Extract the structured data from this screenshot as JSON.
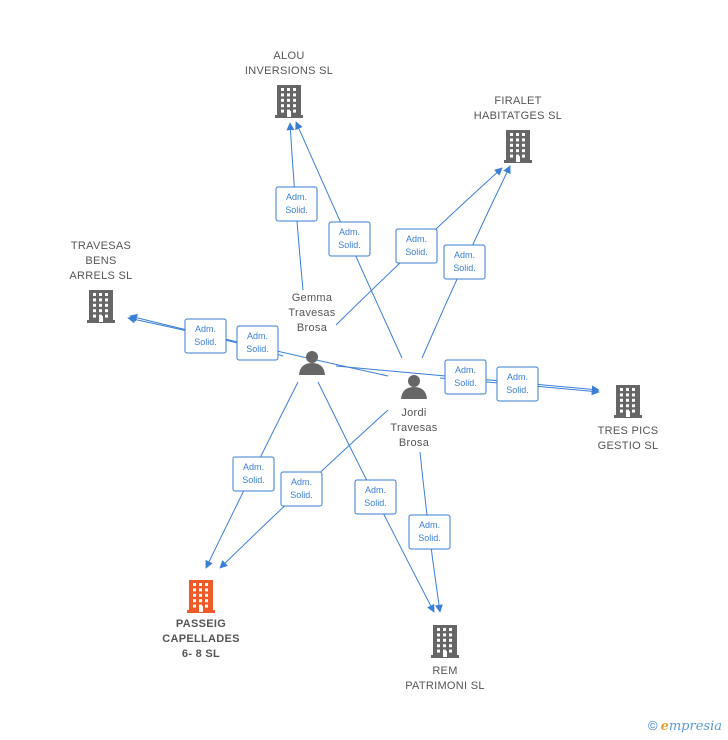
{
  "colors": {
    "edge": "#3a7fd5",
    "company": "#666666",
    "company_focus": "#f05a28",
    "person": "#666666"
  },
  "nodes": [
    {
      "id": "alou",
      "type": "company",
      "lines": [
        "ALOU",
        "INVERSIONS SL"
      ]
    },
    {
      "id": "firalet",
      "type": "company",
      "lines": [
        "FIRALET",
        "HABITATGES SL"
      ]
    },
    {
      "id": "travesas",
      "type": "company",
      "lines": [
        "TRAVESAS",
        "BENS",
        "ARRELS SL"
      ]
    },
    {
      "id": "trespics",
      "type": "company",
      "lines": [
        "TRES PICS",
        "GESTIO SL"
      ]
    },
    {
      "id": "passeig",
      "type": "company",
      "focus": true,
      "lines": [
        "PASSEIG",
        "CAPELLADES",
        "6- 8 SL"
      ]
    },
    {
      "id": "rem",
      "type": "company",
      "lines": [
        "REM",
        "PATRIMONI SL"
      ]
    },
    {
      "id": "gemma",
      "type": "person",
      "lines": [
        "Gemma",
        "Travesas",
        "Brosa"
      ]
    },
    {
      "id": "jordi",
      "type": "person",
      "lines": [
        "Jordi",
        "Travesas",
        "Brosa"
      ]
    }
  ],
  "edges": [
    {
      "from": "gemma",
      "to": "alou",
      "role": [
        "Adm.",
        "Solid."
      ]
    },
    {
      "from": "jordi",
      "to": "alou",
      "role": [
        "Adm.",
        "Solid."
      ]
    },
    {
      "from": "gemma",
      "to": "firalet",
      "role": [
        "Adm.",
        "Solid."
      ]
    },
    {
      "from": "jordi",
      "to": "firalet",
      "role": [
        "Adm.",
        "Solid."
      ]
    },
    {
      "from": "gemma",
      "to": "travesas",
      "role": [
        "Adm.",
        "Solid."
      ]
    },
    {
      "from": "jordi",
      "to": "travesas",
      "role": [
        "Adm.",
        "Solid."
      ]
    },
    {
      "from": "gemma",
      "to": "trespics",
      "role": [
        "Adm.",
        "Solid."
      ]
    },
    {
      "from": "jordi",
      "to": "trespics",
      "role": [
        "Adm.",
        "Solid."
      ]
    },
    {
      "from": "gemma",
      "to": "passeig",
      "role": [
        "Adm.",
        "Solid."
      ]
    },
    {
      "from": "jordi",
      "to": "passeig",
      "role": [
        "Adm.",
        "Solid."
      ]
    },
    {
      "from": "gemma",
      "to": "rem",
      "role": [
        "Adm.",
        "Solid."
      ]
    },
    {
      "from": "jordi",
      "to": "rem",
      "role": [
        "Adm.",
        "Solid."
      ]
    }
  ],
  "footer": {
    "copyright": "©",
    "brand_initial": "e",
    "brand_rest": "mpresia"
  }
}
